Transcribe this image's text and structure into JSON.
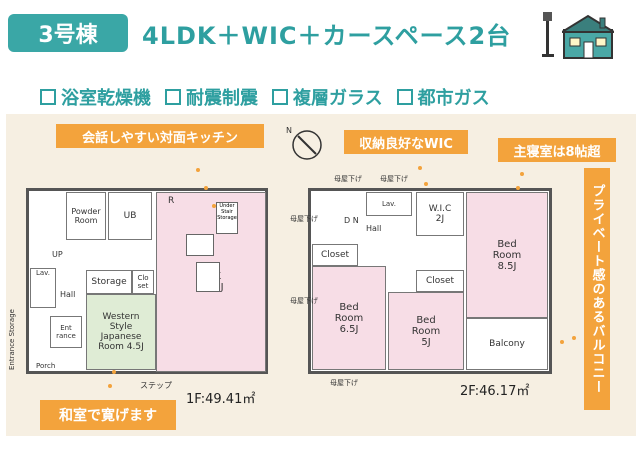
{
  "header": {
    "badge": "3号棟",
    "title": "4LDK＋WIC＋カースペース2台"
  },
  "features": [
    "浴室乾燥機",
    "耐震制震",
    "複層ガラス",
    "都市ガス"
  ],
  "callouts": {
    "kitchen": "会話しやすい対面キッチン",
    "wic": "収納良好なWIC",
    "master": "主寝室は8帖超",
    "privacy": "プライベート感のあるバルコニー",
    "japanese": "和室で寛げます"
  },
  "floor1": {
    "area": "1F:49.41㎡",
    "rooms": {
      "powder": "Powder Room",
      "ub": "UB",
      "r": "R",
      "storage_small": "Storage",
      "closet_small": "Clo set",
      "western": "Western Style Japanese Room 4.5J",
      "ldk": "LDK 14.5J",
      "hall": "Hall",
      "lav": "Lav.",
      "up": "UP",
      "ent": "Ent rance",
      "porch": "Porch",
      "entrance_storage": "Entrance Storage",
      "step": "ステップ",
      "shelf": "Under Stair Storage"
    }
  },
  "floor2": {
    "area": "2F:46.17㎡",
    "rooms": {
      "dn": "D N",
      "hall": "Hall",
      "lav": "Lav.",
      "wic": "W.I.C 2J",
      "bed_master": "Bed Room 8.5J",
      "closet_a": "Closet",
      "closet_b": "Closet",
      "bed_a": "Bed Room 6.5J",
      "bed_b": "Bed Room 5J",
      "balcony": "Balcony",
      "hanging1": "母屋下げ",
      "hanging2": "母屋下げ",
      "hanging3": "母屋下げ",
      "hanging4": "母屋下げ",
      "hanging5": "母屋下げ"
    }
  },
  "compass": "N",
  "colors": {
    "teal": "#3aa7a6",
    "orange": "#f3a33c",
    "pink": "#f7dde6",
    "green": "#dfecd5",
    "floor_bg": "#f6efe2"
  }
}
